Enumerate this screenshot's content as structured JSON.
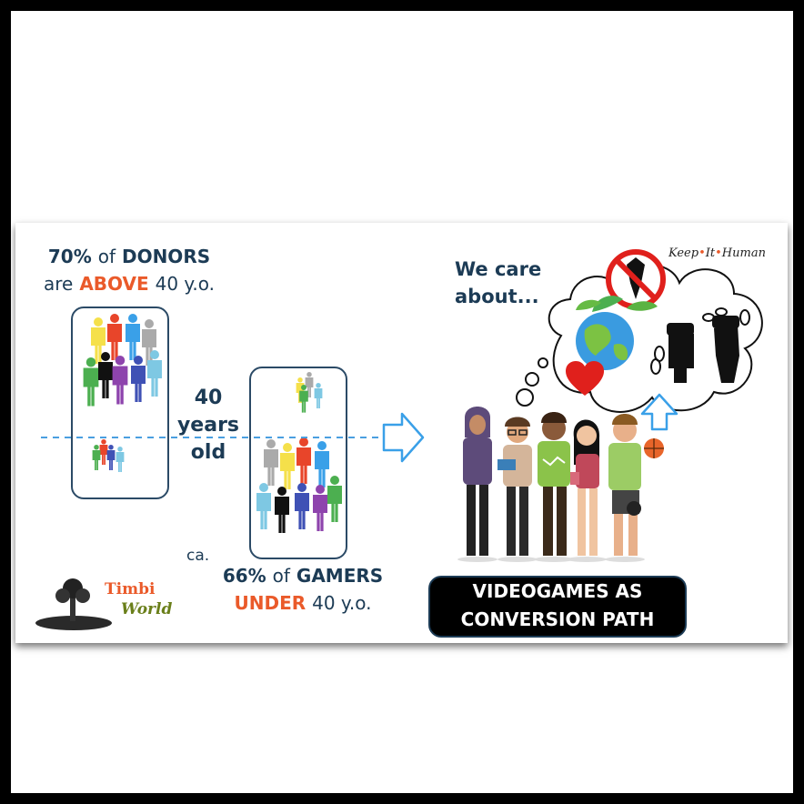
{
  "donors": {
    "line1": {
      "pct": "70%",
      "of": "of",
      "group": "DONORS"
    },
    "line2": {
      "are": "are",
      "above": "ABOVE",
      "age": "40 y.o."
    }
  },
  "divider": {
    "line1": "40",
    "line2": "years",
    "line3": "old"
  },
  "gamers": {
    "prefix": "ca.",
    "line1": {
      "pct": "66%",
      "of": "of",
      "group": "GAMERS"
    },
    "line2": {
      "under": "UNDER",
      "age": "40 y.o."
    }
  },
  "care": {
    "line1": "We care",
    "line2": "about..."
  },
  "banner": {
    "line1": "VIDEOGAMES AS",
    "line2": "CONVERSION PATH"
  },
  "logos": {
    "timbi": {
      "line1": "Timbi",
      "line2": "World"
    },
    "kih": {
      "w1": "Keep",
      "w2": "It",
      "w3": "Human"
    }
  },
  "colors": {
    "navy": "#1c3b55",
    "orange": "#ea5a2a",
    "arrow_blue": "#3aa0e8",
    "dash_blue": "#4a9fe0"
  },
  "icons": [
    "people-icon",
    "arrow-right-icon",
    "arrow-up-icon",
    "no-bomb-icon",
    "earth-icon",
    "heart-icon",
    "raised-fist-icon",
    "broken-chain-icon",
    "basketball-icon",
    "thought-cloud-icon",
    "tree-icon"
  ]
}
